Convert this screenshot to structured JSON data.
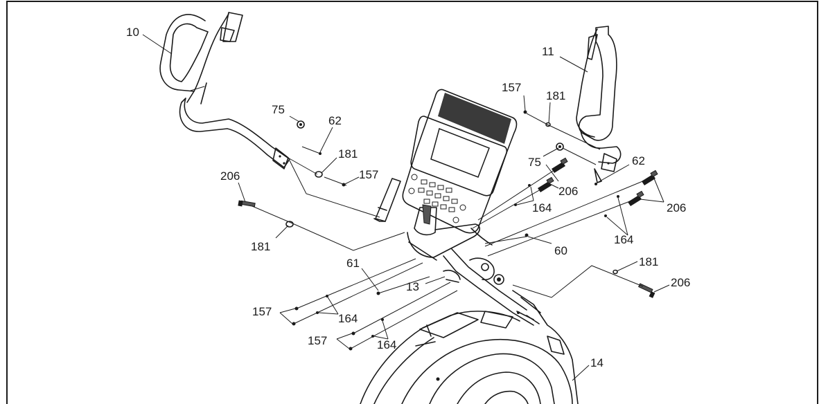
{
  "labels": {
    "c10": "10",
    "c11": "11",
    "c157a": "157",
    "c181a": "181",
    "c75a": "75",
    "c62a": "62",
    "c181b": "181",
    "c157b": "157",
    "c206a": "206",
    "c181c": "181",
    "c75b": "75",
    "c62b": "62",
    "c206b": "206",
    "c164a": "164",
    "c206c": "206",
    "c164b": "164",
    "c60": "60",
    "c61": "61",
    "c13": "13",
    "c157c": "157",
    "c164c": "164",
    "c157d": "157",
    "c164d": "164",
    "c181d": "181",
    "c206d": "206",
    "c14": "14"
  }
}
